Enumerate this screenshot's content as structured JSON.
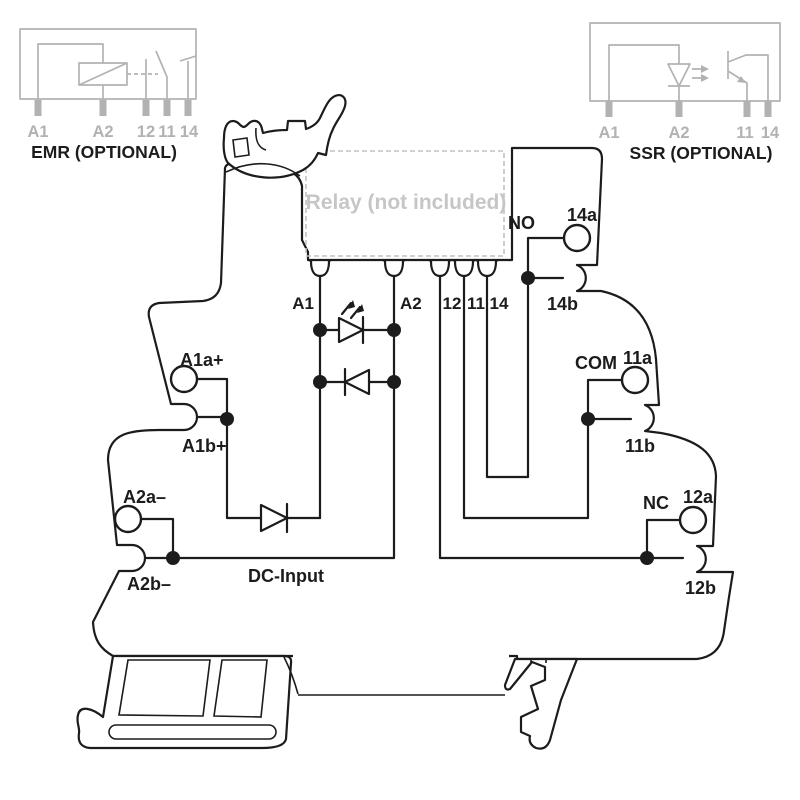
{
  "colors": {
    "line": "#1c1c1c",
    "muted_gray": "#b2b2b2",
    "relay_text_gray": "#c6c6c6"
  },
  "optional_modules": {
    "emr": {
      "title": "EMR (OPTIONAL)",
      "pins": [
        "A1",
        "A2",
        "12",
        "11",
        "14"
      ]
    },
    "ssr": {
      "title": "SSR (OPTIONAL)",
      "pins": [
        "A1",
        "A2",
        "11",
        "14"
      ]
    }
  },
  "relay_slot": {
    "label": "Relay (not included)"
  },
  "socket": {
    "pin_labels": [
      "A1",
      "A2",
      "12",
      "11",
      "14"
    ]
  },
  "coil_terminals": {
    "a1a": "A1a+",
    "a1b": "A1b+",
    "a2a": "A2a–",
    "a2b": "A2b–",
    "dc_input": "DC-Input"
  },
  "contact_terminals": {
    "no": {
      "name": "NO",
      "a": "14a",
      "b": "14b"
    },
    "com": {
      "name": "COM",
      "a": "11a",
      "b": "11b"
    },
    "nc": {
      "name": "NC",
      "a": "12a",
      "b": "12b"
    }
  }
}
